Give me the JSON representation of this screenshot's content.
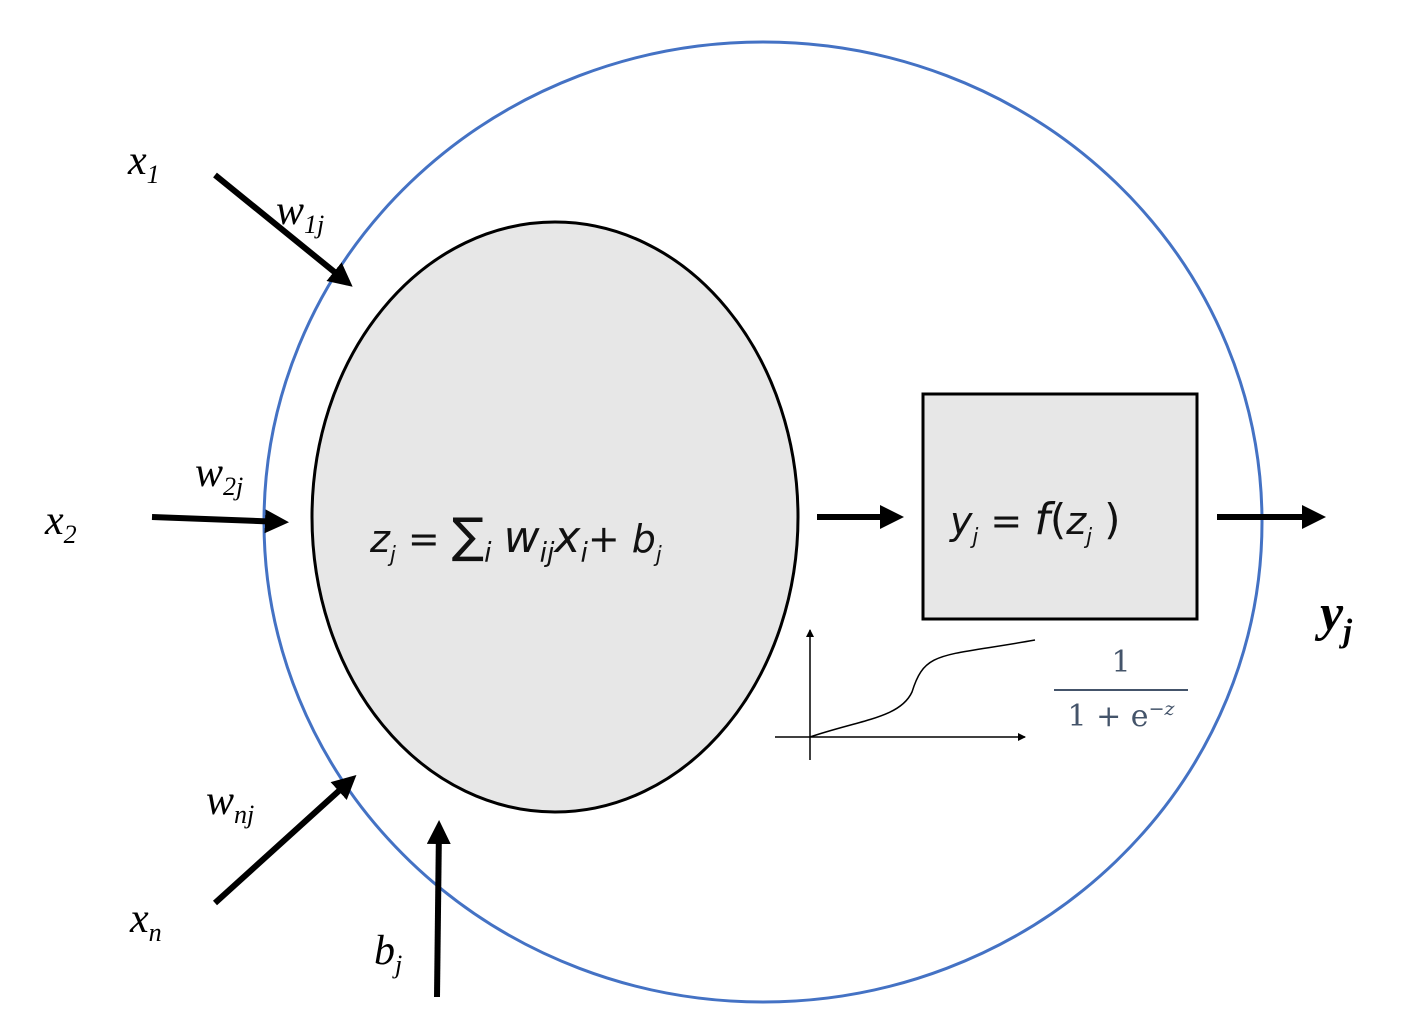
{
  "inputs": {
    "x1": {
      "base": "x",
      "sub": "1"
    },
    "x2": {
      "base": "x",
      "sub": "2"
    },
    "xn": {
      "base": "x",
      "sub": "n"
    }
  },
  "weights": {
    "w1j": {
      "base": "w",
      "sub": "1j"
    },
    "w2j": {
      "base": "w",
      "sub": "2j"
    },
    "wnj": {
      "base": "w",
      "sub": "nj"
    }
  },
  "bias": {
    "base": "b",
    "sub": "j"
  },
  "summation": {
    "z": "z",
    "z_sub": "j",
    "equals": "=",
    "sigma": "∑",
    "sigma_sub": "i",
    "w": "w",
    "w_sub": "ij",
    "x": "x",
    "x_sub": "i",
    "plus": "+",
    "b": "b",
    "b_sub": "j"
  },
  "activation": {
    "y": "y",
    "y_sub": "j",
    "equals": "=",
    "f": "f",
    "lparen": "(",
    "z": "z",
    "z_sub": "j",
    "rparen": ")"
  },
  "sigmoid": {
    "numerator": "1",
    "denominator": "1 + e",
    "exponent": "−z"
  },
  "output": {
    "base": "y",
    "sub": "j"
  },
  "colors": {
    "outer_circle": "#4472c4",
    "node_fill": "#e7e7e7",
    "stroke": "#000000",
    "sigmoid_text": "#44546a"
  }
}
